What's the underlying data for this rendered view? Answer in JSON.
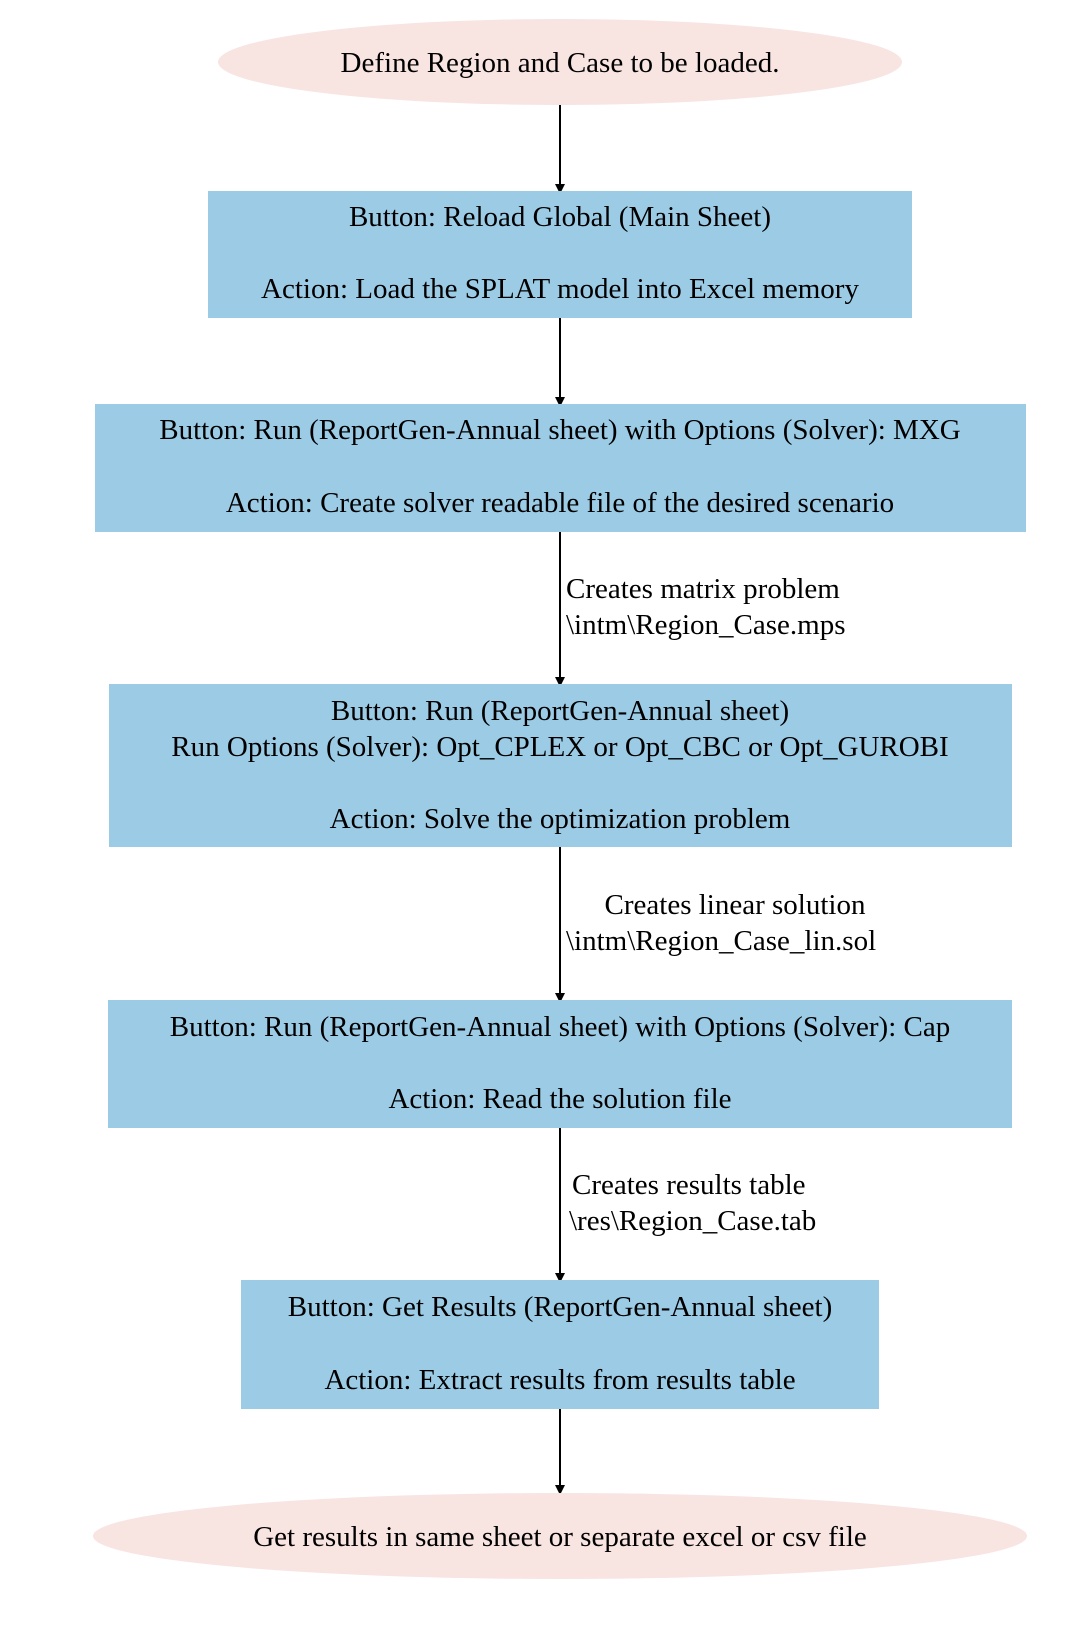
{
  "colors": {
    "terminal_fill": "#f8e4e1",
    "process_fill": "#9ccbe6",
    "edge": "#000000",
    "text": "#000000"
  },
  "nodes": {
    "start": {
      "lines": [
        "Define Region and Case to be loaded."
      ]
    },
    "reload_global": {
      "lines": [
        "Button: Reload Global (Main Sheet)",
        "",
        "Action: Load the SPLAT model into Excel memory"
      ]
    },
    "run_mxg": {
      "lines": [
        "Button: Run (ReportGen-Annual sheet) with Options (Solver): MXG",
        "",
        "Action: Create solver readable file of the desired scenario"
      ]
    },
    "run_solve": {
      "lines": [
        "Button: Run (ReportGen-Annual sheet)",
        "Run Options (Solver): Opt_CPLEX or Opt_CBC or Opt_GUROBI",
        "",
        "Action: Solve the optimization problem"
      ]
    },
    "run_cap": {
      "lines": [
        "Button: Run (ReportGen-Annual sheet) with Options (Solver): Cap",
        "",
        "Action: Read the solution file"
      ]
    },
    "get_results": {
      "lines": [
        "Button: Get Results (ReportGen-Annual sheet)",
        "",
        "Action: Extract results from results table"
      ]
    },
    "end": {
      "lines": [
        "Get results in same sheet or separate excel or csv file"
      ]
    }
  },
  "edges": {
    "mps": {
      "lines": [
        "Creates matrix problem",
        "\\intm\\Region_Case.mps"
      ]
    },
    "sol": {
      "lines": [
        "Creates linear solution",
        "\\intm\\Region_Case_lin.sol"
      ]
    },
    "tab": {
      "lines": [
        "Creates results table",
        "\\res\\Region_Case.tab"
      ]
    }
  }
}
